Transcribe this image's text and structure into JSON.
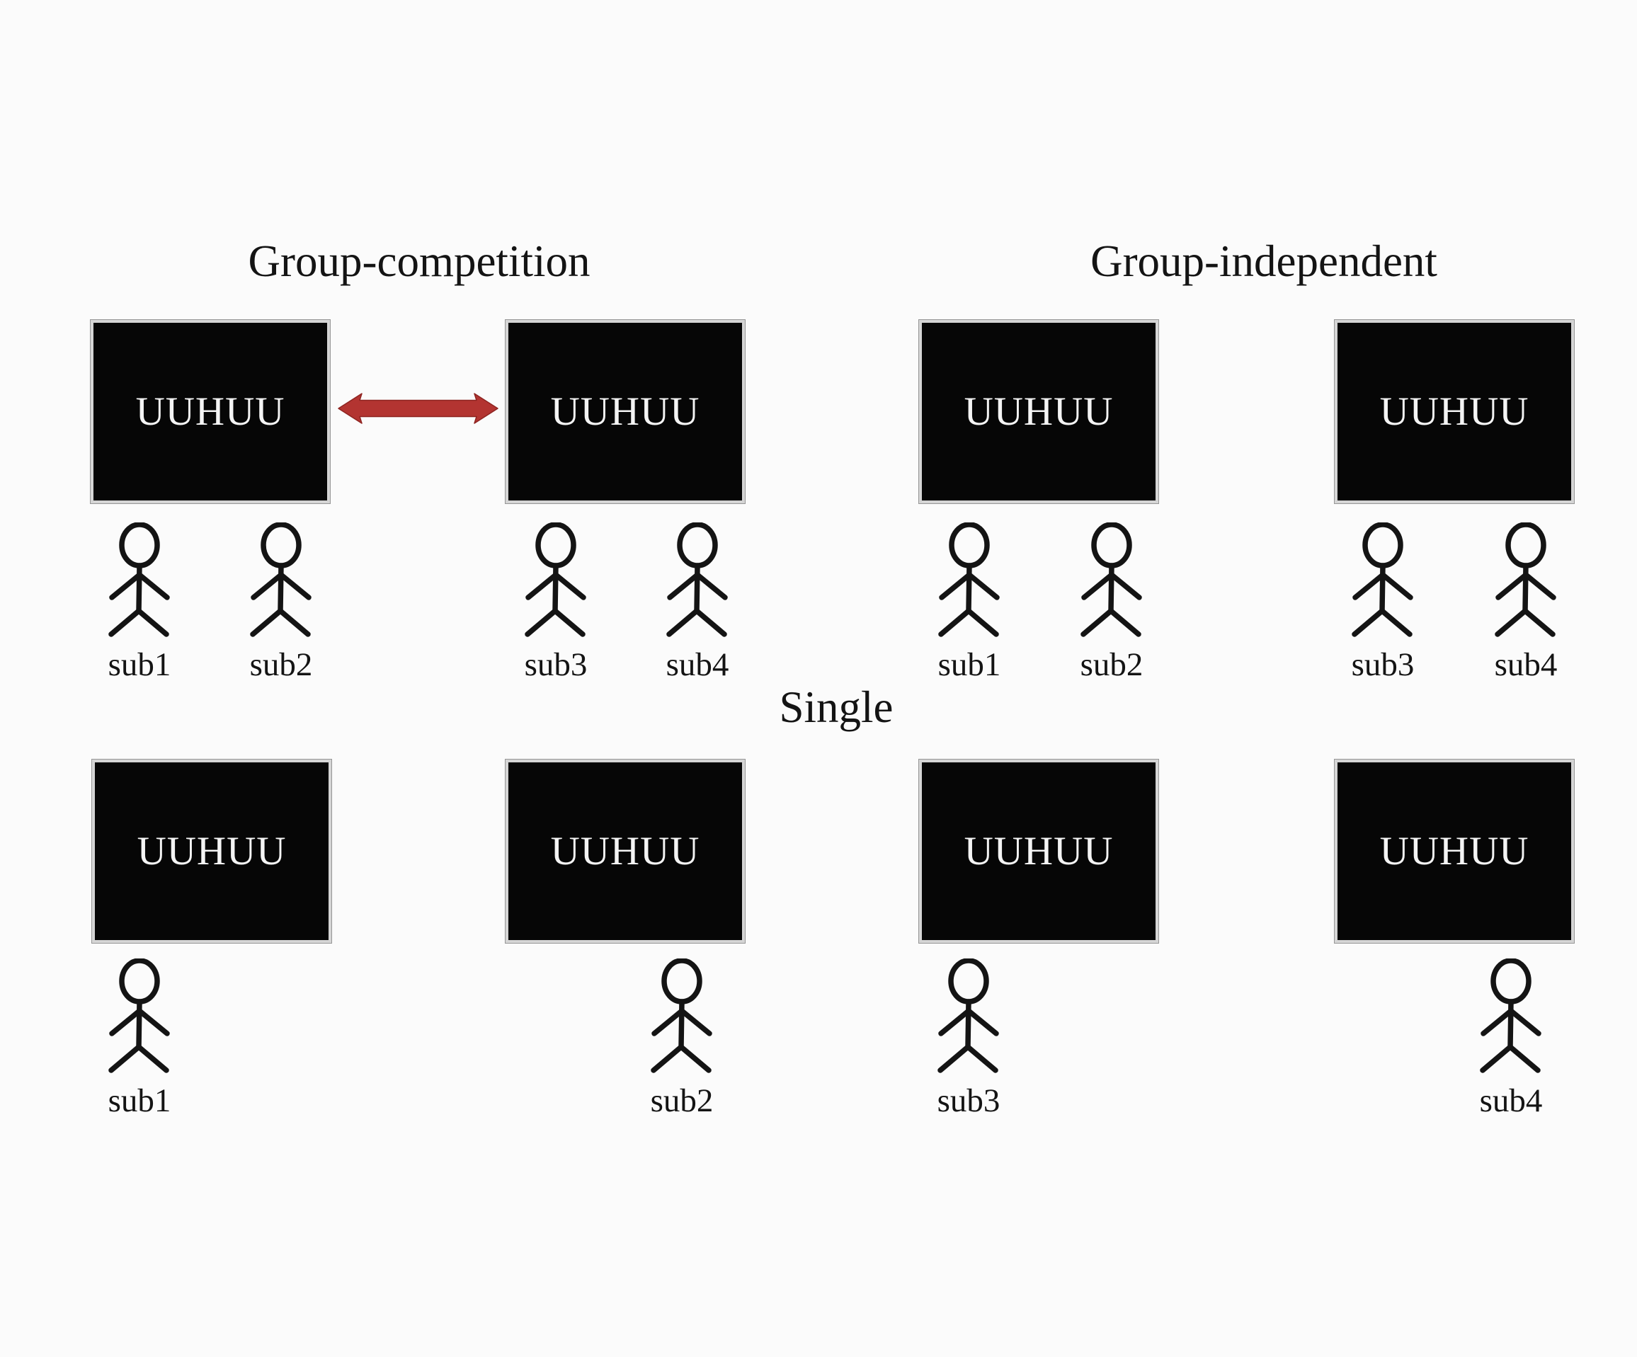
{
  "titles": {
    "competition": "Group-competition",
    "independent": "Group-independent",
    "single": "Single"
  },
  "screens": {
    "stimulus_text": "UUHUU"
  },
  "groups": {
    "competition": {
      "subjects": [
        "sub1",
        "sub2",
        "sub3",
        "sub4"
      ]
    },
    "independent": {
      "subjects": [
        "sub1",
        "sub2",
        "sub3",
        "sub4"
      ]
    },
    "single": {
      "subjects": [
        "sub1",
        "sub2",
        "sub3",
        "sub4"
      ]
    }
  },
  "colors": {
    "background": "#fbfbfb",
    "screen_fill": "#060606",
    "screen_bezel": "#d5d5d5",
    "screen_edge": "#969696",
    "screen_text": "#f4f4f4",
    "arrow_fill": "#b33431",
    "arrow_stroke": "#8e2421",
    "ink": "#141414"
  }
}
